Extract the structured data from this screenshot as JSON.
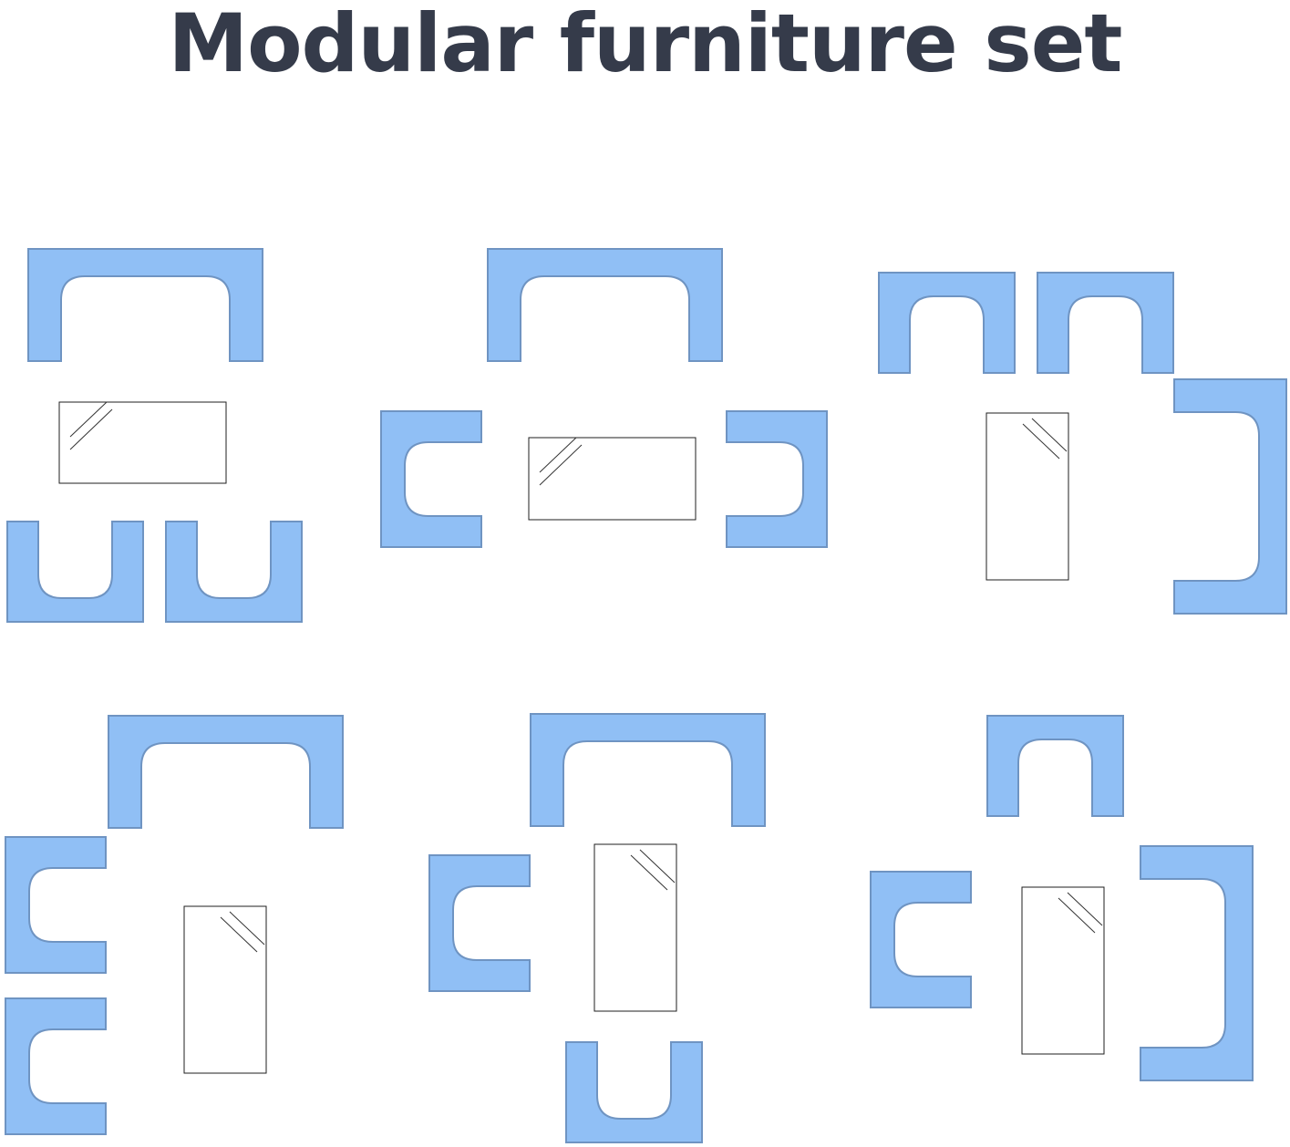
{
  "title": "Modular furniture set",
  "colors": {
    "title": "#353b4a",
    "seat_fill": "#90bff5",
    "seat_stroke": "#6f94c2",
    "table_fill": "#ffffff",
    "table_stroke": "#1f1f1f"
  },
  "layouts": [
    {
      "id": "layout-1",
      "pieces": [
        "sofa",
        "table",
        "armchair",
        "armchair"
      ]
    },
    {
      "id": "layout-2",
      "pieces": [
        "sofa",
        "armchair",
        "table",
        "armchair"
      ]
    },
    {
      "id": "layout-3",
      "pieces": [
        "armchair",
        "armchair",
        "table",
        "sofa"
      ]
    },
    {
      "id": "layout-4",
      "pieces": [
        "sofa",
        "armchair",
        "armchair",
        "table"
      ]
    },
    {
      "id": "layout-5",
      "pieces": [
        "sofa",
        "armchair",
        "table",
        "armchair"
      ]
    },
    {
      "id": "layout-6",
      "pieces": [
        "armchair",
        "armchair",
        "table",
        "sofa"
      ]
    }
  ]
}
